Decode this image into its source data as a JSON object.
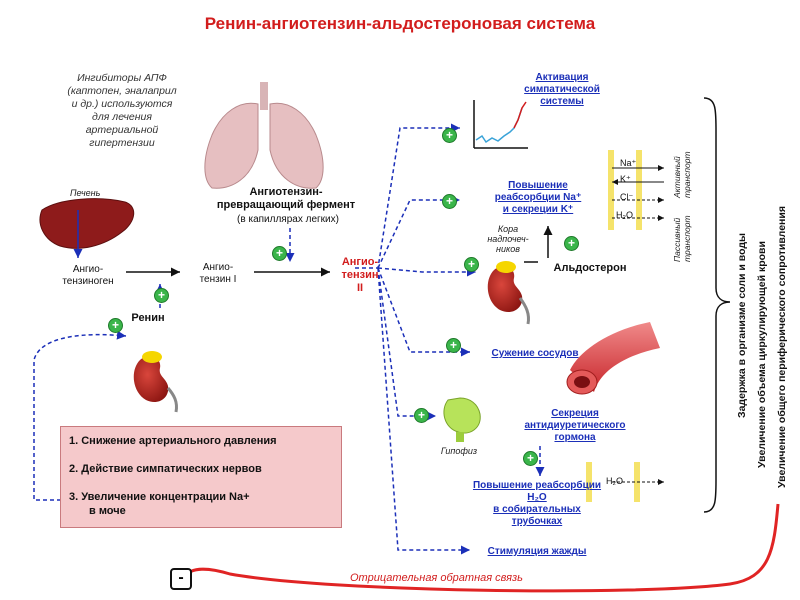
{
  "title": "Ренин-ангиотензин-альдостероновая система",
  "ace_note": [
    "Ингибиторы АПФ",
    "(каптопен, эналаприл",
    "и др.) используются",
    "для лечения",
    "артериальной",
    "гипертензии"
  ],
  "liver_label": "Печень",
  "angiotensinogen": [
    "Ангио-",
    "тензиноген"
  ],
  "renin": "Ренин",
  "ace": [
    "Ангиотензин-",
    "превращающий фермент"
  ],
  "ace_location": "(в капиллярах легких)",
  "angiotensin1": [
    "Ангио-",
    "тензин I"
  ],
  "angiotensin2": [
    "Ангио-",
    "тензин",
    "II"
  ],
  "effects": {
    "sympathetic": [
      "Активация",
      "симпатической",
      "системы"
    ],
    "na_reabsorption": [
      "Повышение",
      "реабсорбции Na⁺",
      "и секреции K⁺"
    ],
    "adrenal_cortex": [
      "Кора",
      "надпочеч-",
      "ников"
    ],
    "aldosterone": "Альдостерон",
    "vasoconstriction": "Сужение сосудов",
    "adh": [
      "Секреция",
      "антидиуретического",
      "гормона"
    ],
    "pituitary": "Гипофиз",
    "water_reabsorption": [
      "Повышение реабсорбции",
      "H₂O",
      "в собирательных",
      "трубочках"
    ],
    "thirst": "Стимуляция жажды"
  },
  "ions": [
    "Na⁺",
    "K⁺",
    "Cl⁻",
    "H₂O"
  ],
  "water_ion": "H₂O",
  "transport": {
    "active": [
      "Активный",
      "транспорт"
    ],
    "passive": [
      "Пассивный",
      "транспорт"
    ]
  },
  "outcomes": [
    "Задержка в организме соли и воды",
    "Увеличение объема циркулирующей крови",
    "Увеличение общего периферического сопротивления"
  ],
  "triggers": [
    "1. Снижение артериального давления",
    "2. Действие симпатических нервов",
    "3. Увеличение концентрации Na+",
    "в моче"
  ],
  "negative_sign": "-",
  "feedback": "Отрицательная обратная связь",
  "plus_sign": "+",
  "colors": {
    "title": "#d21d1d",
    "link": "#1b2fb8",
    "arrow_dashed": "#1b2fb8",
    "plus": "#3ab54a",
    "feedback": "#e02424",
    "box": "#f5c9cb"
  }
}
